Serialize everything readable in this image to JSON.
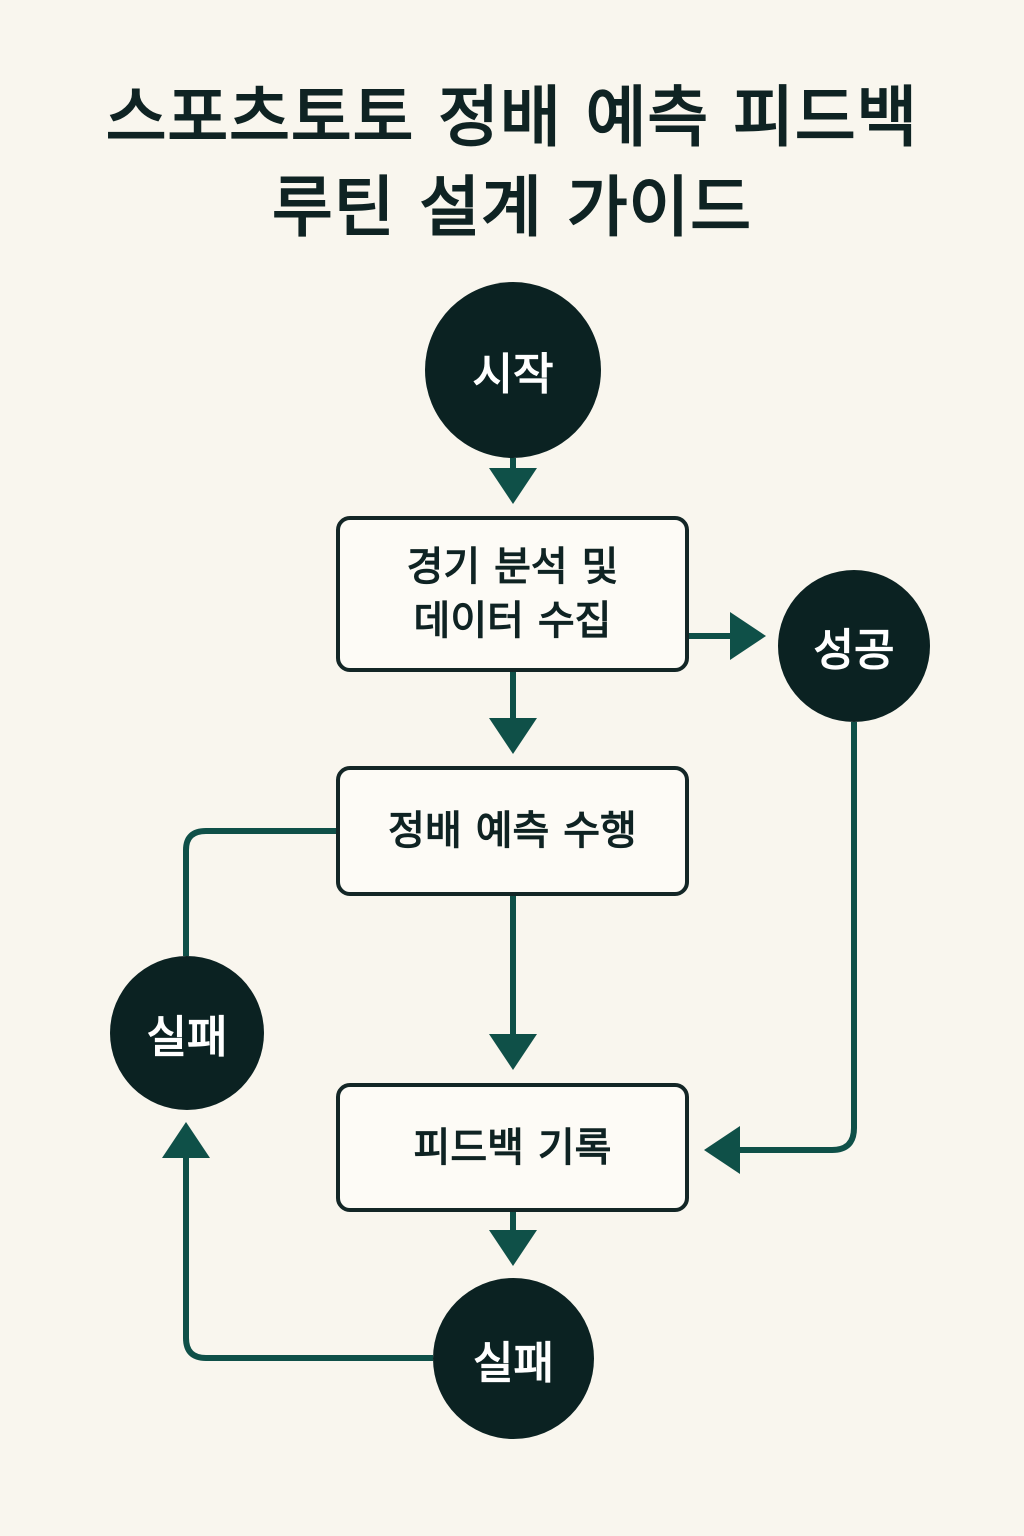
{
  "title": {
    "line1": "스포츠토토 정배 예측 피드백",
    "line2": "루틴 설계 가이드"
  },
  "nodes": {
    "start": "시작",
    "collect_line1": "경기 분석 및",
    "collect_line2": "데이터 수집",
    "success": "성공",
    "predict": "정배 예측 수행",
    "fail_left": "실패",
    "record": "피드백 기록",
    "fail_bottom": "실패"
  },
  "colors": {
    "background": "#f9f6ee",
    "node_dark": "#0b2222",
    "connector": "#0f5048",
    "box_border": "#132626"
  }
}
